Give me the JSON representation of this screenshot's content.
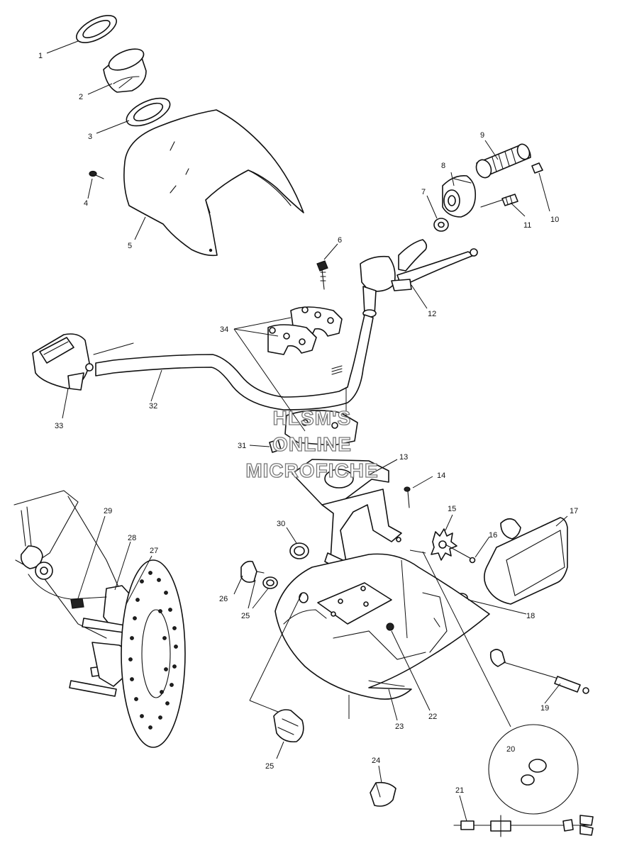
{
  "watermark": {
    "line1": "HLSM'S",
    "line2": "ONLINE",
    "line3": "MICROFICHE"
  },
  "callouts": {
    "c1": "1",
    "c2": "2",
    "c3": "3",
    "c4": "4",
    "c5": "5",
    "c6": "6",
    "c7": "7",
    "c8": "8",
    "c9": "9",
    "c10": "10",
    "c11": "11",
    "c12": "12",
    "c13": "13",
    "c14": "14",
    "c15": "15",
    "c16": "16",
    "c17": "17",
    "c18": "18",
    "c19": "19",
    "c20": "20",
    "c21": "21",
    "c22": "22",
    "c23": "23",
    "c24": "24",
    "c25a": "25",
    "c25b": "25",
    "c26": "26",
    "c27": "27",
    "c28": "28",
    "c29": "29",
    "c30": "30",
    "c31": "31",
    "c32": "32",
    "c33": "33",
    "c34": "34"
  }
}
